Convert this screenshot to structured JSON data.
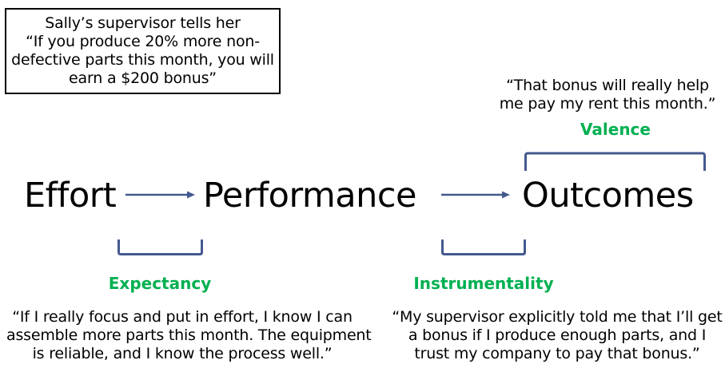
{
  "colors": {
    "label_green": "#00b050",
    "connector_blue": "#44598f",
    "text": "#000000"
  },
  "scenario": {
    "lines": [
      "Sally’s supervisor tells her",
      "“If you produce 20% more non-",
      "defective parts this month, you will",
      "earn a $200 bonus”"
    ]
  },
  "nodes": {
    "effort": "Effort",
    "performance": "Performance",
    "outcomes": "Outcomes"
  },
  "labels": {
    "expectancy": "Expectancy",
    "instrumentality": "Instrumentality",
    "valence": "Valence"
  },
  "quotes": {
    "valence": [
      "“That bonus will really help",
      "me pay my rent this month.”"
    ],
    "expectancy": [
      "“If I really focus and put in effort, I know I can",
      "assemble more parts this month. The equipment",
      "is reliable, and I know the process well.”"
    ],
    "instrumentality": [
      "“My supervisor explicitly told me that I’ll get",
      "a bonus if I produce enough parts, and I",
      "trust my company to pay that bonus.”"
    ]
  },
  "connectors": {
    "arrows": [
      "arrow-right-icon",
      "arrow-right-icon"
    ],
    "brackets": [
      "bracket-bottom-expectancy",
      "bracket-bottom-instrumentality",
      "bracket-top-valence"
    ]
  }
}
